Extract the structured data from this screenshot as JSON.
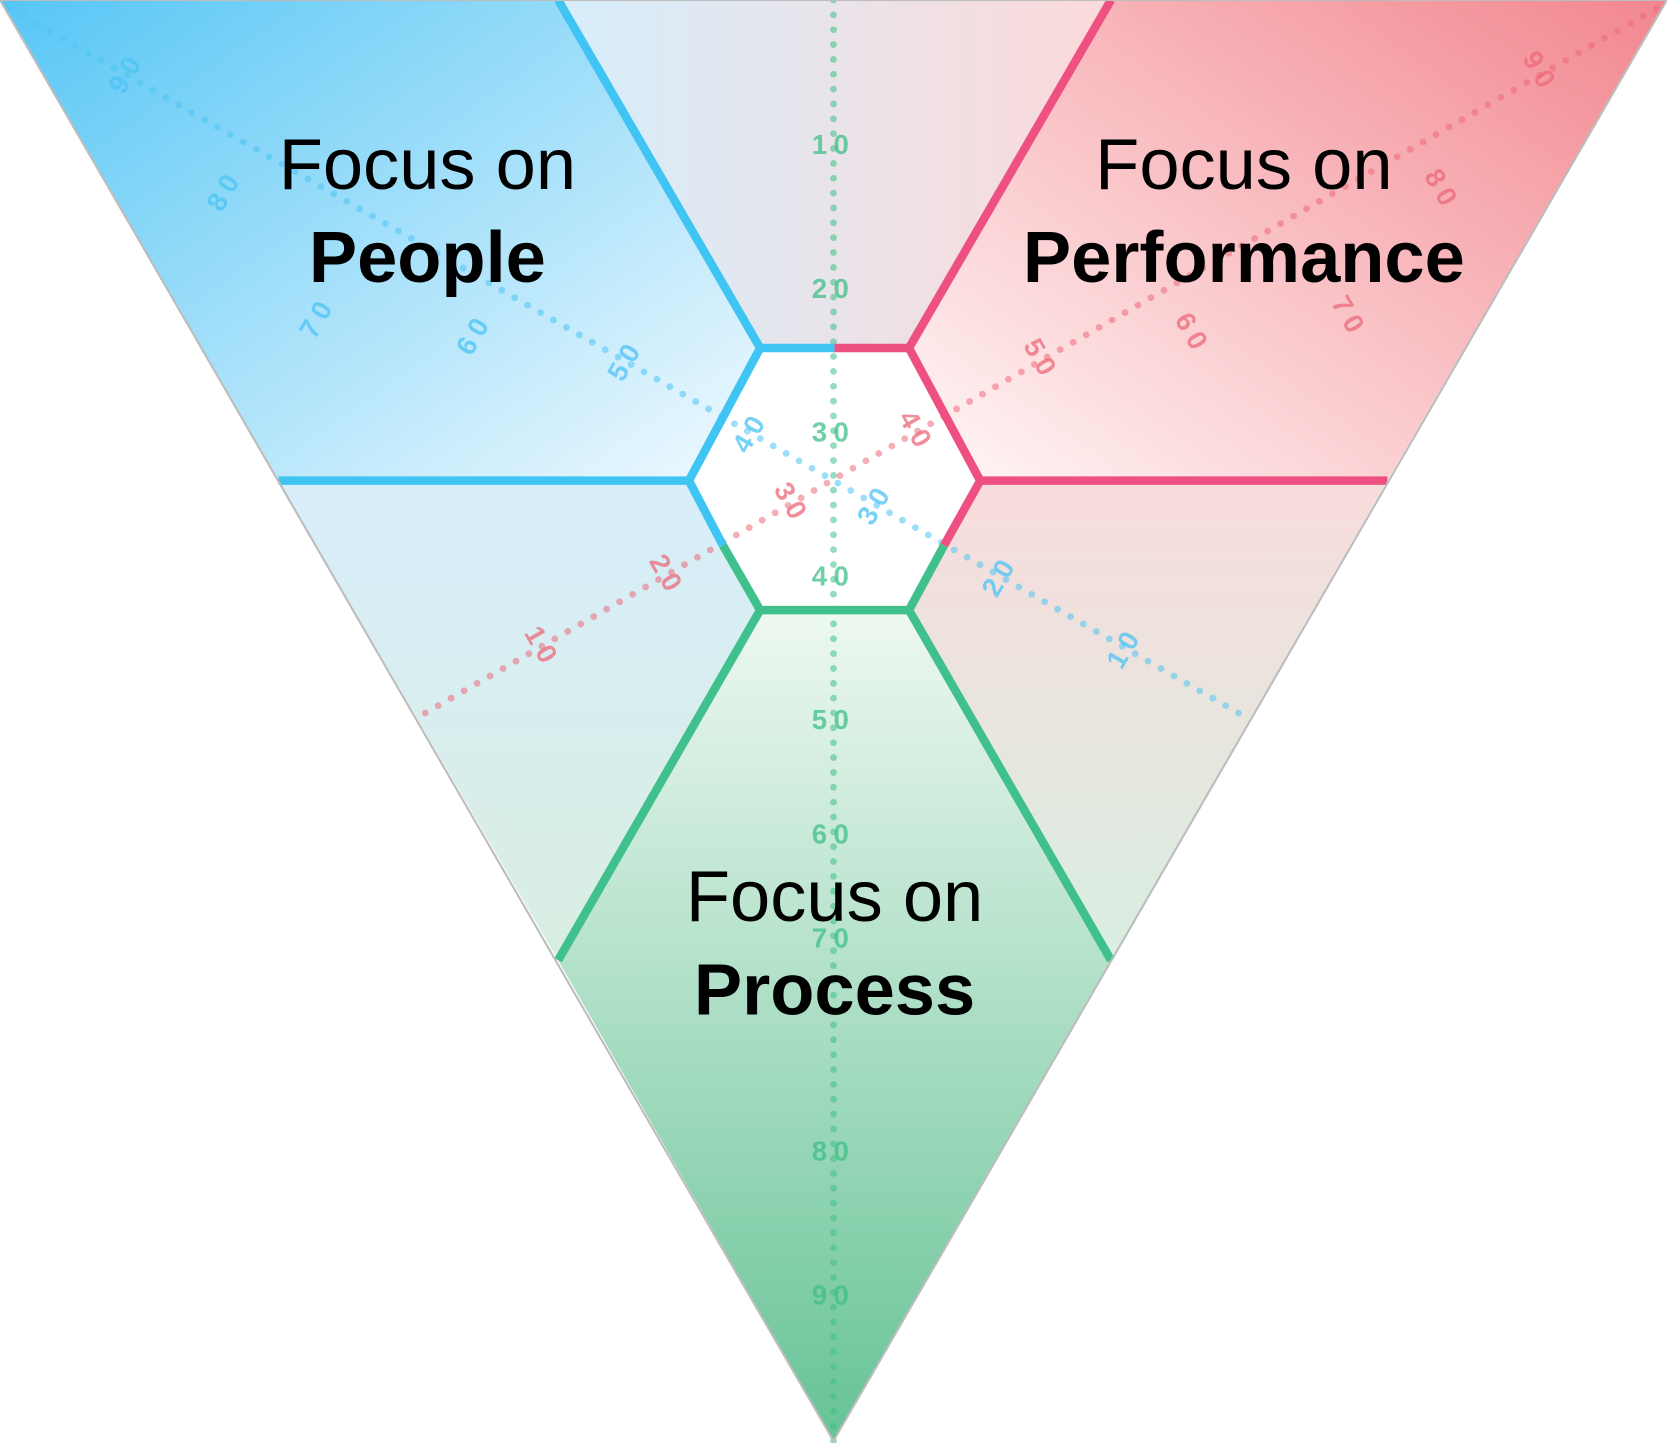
{
  "sections": {
    "people": {
      "prefix": "Focus on",
      "name": "People"
    },
    "performance": {
      "prefix": "Focus on",
      "name": "Performance"
    },
    "process": {
      "prefix": "Focus on",
      "name": "Process"
    }
  },
  "axes": [
    {
      "name": "process-axis",
      "color": "#3fbf87",
      "ticks": [
        "10",
        "20",
        "30",
        "40",
        "50",
        "60",
        "70",
        "80",
        "90"
      ]
    },
    {
      "name": "people-axis",
      "color": "#4cc4f4",
      "ticks": [
        "10",
        "20",
        "30",
        "40",
        "50",
        "60",
        "70",
        "80",
        "90"
      ]
    },
    {
      "name": "performance-axis",
      "color": "#ec6a7a",
      "ticks": [
        "10",
        "20",
        "30",
        "40",
        "50",
        "60",
        "70",
        "80",
        "90"
      ]
    }
  ],
  "colors": {
    "people": "#40c4f4",
    "performance": "#ef5082",
    "process": "#40c08c"
  }
}
